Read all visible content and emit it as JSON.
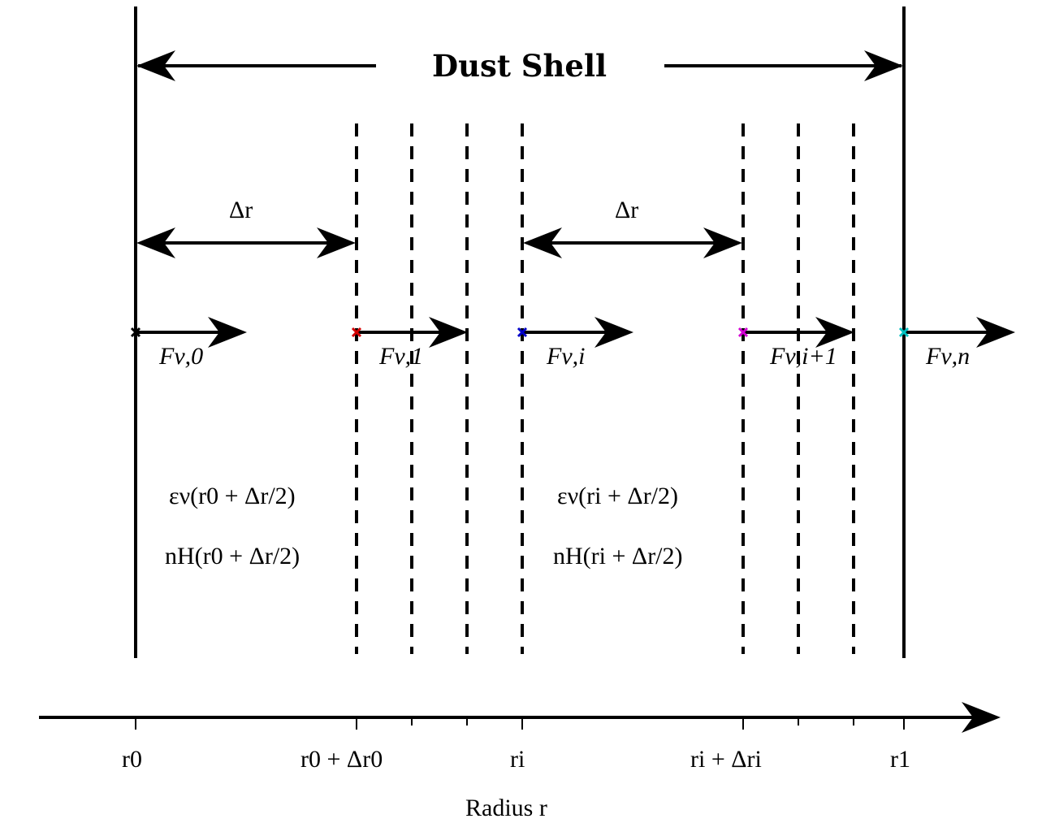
{
  "title": "Dust Shell",
  "delta_label": "Δr",
  "axis_label": "Radius r",
  "axis_ticks": [
    "r0",
    "r0 + Δr0",
    "ri",
    "ri + Δri",
    "r1"
  ],
  "flux_labels": [
    "Fν,0",
    "Fν,1",
    "Fν,i",
    "Fν,i+1",
    "Fν,n"
  ],
  "marker_colors": [
    "#000000",
    "#d40000",
    "#0000c8",
    "#d400d4",
    "#00c0c0"
  ],
  "shell_properties": [
    {
      "emissivity": "εν(r0 + Δr/2)",
      "density": "nH(r0 + Δr/2)"
    },
    {
      "emissivity": "εν(ri + Δr/2)",
      "density": "nH(ri + Δr/2)"
    }
  ]
}
